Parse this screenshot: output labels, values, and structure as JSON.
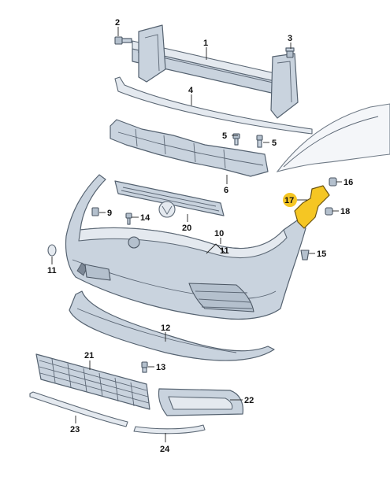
{
  "callouts": {
    "c1": "1",
    "c2": "2",
    "c3": "3",
    "c4": "4",
    "c5a": "5",
    "c5b": "5",
    "c6": "6",
    "c9": "9",
    "c10": "10",
    "c11a": "11",
    "c11b": "11",
    "c12": "12",
    "c13": "13",
    "c14": "14",
    "c15": "15",
    "c16": "16",
    "c17": "17",
    "c18": "18",
    "c20": "20",
    "c21": "21",
    "c22": "22",
    "c23": "23",
    "c24": "24"
  },
  "colors": {
    "part": "#c9d3de",
    "outline": "#556270",
    "highlight": "#f5c623"
  }
}
